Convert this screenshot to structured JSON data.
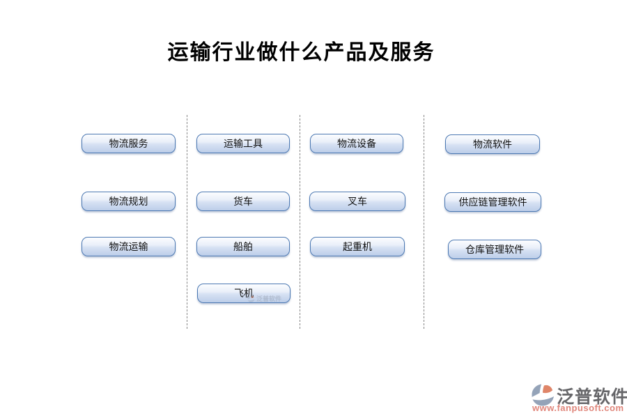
{
  "title": "运输行业做什么产品及服务",
  "columns": [
    {
      "items": [
        "物流服务",
        "物流规划",
        "物流运输"
      ]
    },
    {
      "items": [
        "运输工具",
        "货车",
        "船舶",
        "飞机"
      ]
    },
    {
      "items": [
        "物流设备",
        "叉车",
        "起重机"
      ]
    },
    {
      "items": [
        "物流软件",
        "供应链管理软件",
        "仓库管理软件"
      ]
    }
  ],
  "watermark": {
    "text": "泛普软件"
  },
  "footer_logo": {
    "brand": "泛普软件",
    "url": "www.fanpusoft.com"
  },
  "icons": {
    "fanpu_logo": "swoosh-badge",
    "watermark_logo": "swoosh-badge-small"
  },
  "colors": {
    "background": "#ffffff",
    "node_border": "#4a77b2",
    "node_fill_top": "#fcfdff",
    "node_fill_bottom": "#bdcee9",
    "divider": "#848484",
    "title_text": "#000000",
    "brand_text": "#666669",
    "brand_url": "#e0867b",
    "logo_gray": "#94a3b8",
    "logo_salmon": "#df8568"
  }
}
